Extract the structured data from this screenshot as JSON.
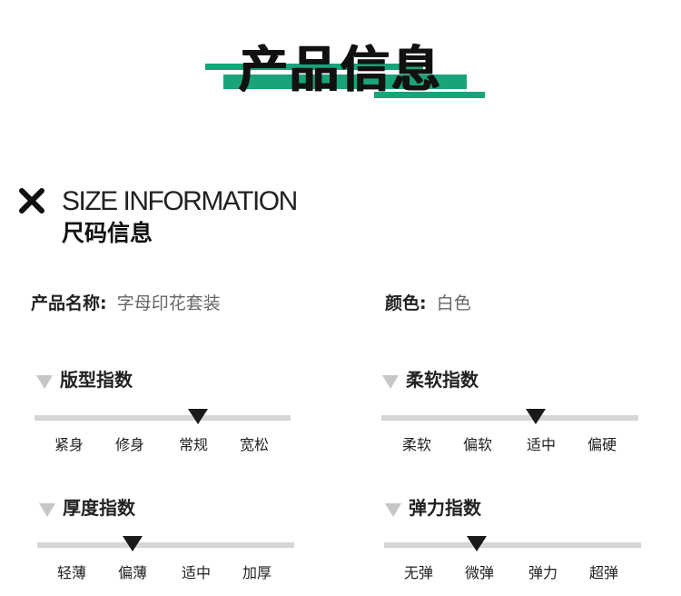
{
  "banner": {
    "title": "产品信息"
  },
  "colors": {
    "accent": "#1aa37a",
    "track": "#d6d6d6",
    "marker": "#1a1a1a"
  },
  "size_section": {
    "icon": "close-x-icon",
    "title_en": "SIZE INFORMATION",
    "title_cn": "尺码信息"
  },
  "product": {
    "name_label": "产品名称:",
    "name_value": "字母印花套装",
    "color_label": "颜色:",
    "color_value": "白色"
  },
  "indices": [
    {
      "title": "版型指数",
      "options": [
        "紧身",
        "修身",
        "常规",
        "宽松"
      ],
      "selected": "常规",
      "level": 0.64
    },
    {
      "title": "柔软指数",
      "options": [
        "柔软",
        "偏软",
        "适中",
        "偏硬"
      ],
      "selected": "适中",
      "level": 0.6
    },
    {
      "title": "厚度指数",
      "options": [
        "轻薄",
        "偏薄",
        "适中",
        "加厚"
      ],
      "selected": "偏薄",
      "level": 0.37
    },
    {
      "title": "弹力指数",
      "options": [
        "无弹",
        "微弹",
        "弹力",
        "超弹"
      ],
      "selected": "微弹",
      "level": 0.36
    }
  ]
}
